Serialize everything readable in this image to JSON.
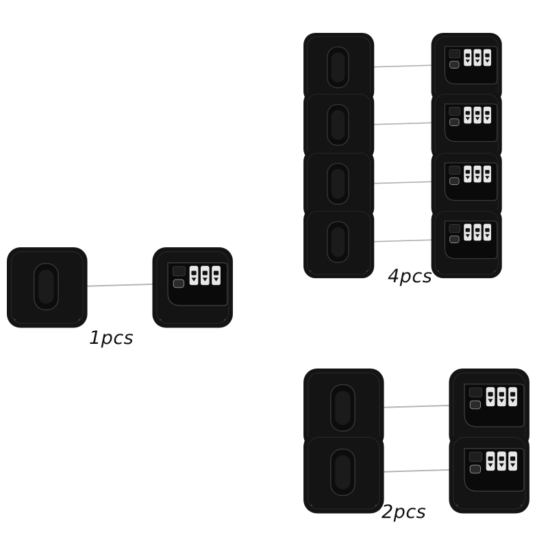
{
  "groups": [
    {
      "label": "1pcs",
      "count": 1
    },
    {
      "label": "4pcs",
      "count": 4
    },
    {
      "label": "2pcs",
      "count": 2
    }
  ],
  "colors": {
    "background": "#ffffff",
    "lock_body": "#111111",
    "cable": "#b5b5b5",
    "dial": "#e8e8e8",
    "label": "#111111"
  }
}
